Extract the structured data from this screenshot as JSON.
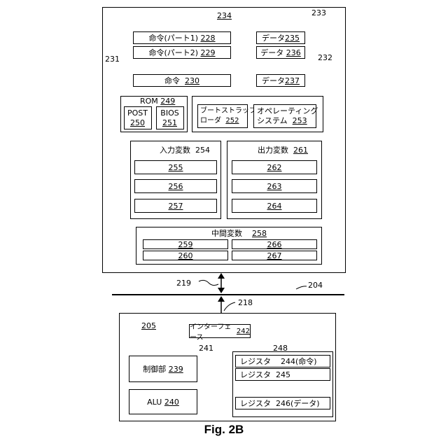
{
  "figure": {
    "caption": "Fig. 2B"
  },
  "refs": {
    "r233": "233",
    "r234": "234",
    "r231": "231",
    "r232": "232",
    "r219": "219",
    "r204": "204",
    "r218": "218",
    "r205": "205",
    "r241": "241",
    "r248": "248"
  },
  "instructions": [
    {
      "text": "命令(パート1)",
      "num": "228"
    },
    {
      "text": "命令(パート2)",
      "num": "229"
    },
    {
      "text": "命令",
      "num": "230"
    }
  ],
  "data_items": [
    {
      "text": "データ",
      "num": "235"
    },
    {
      "text": "データ",
      "num": "236"
    },
    {
      "text": "データ",
      "num": "237"
    }
  ],
  "rom": {
    "title": "ROM",
    "num": "249",
    "post": {
      "text": "POST",
      "num": "250"
    },
    "bios": {
      "text": "BIOS",
      "num": "251"
    }
  },
  "bootloader": {
    "line1": "ブートストラップ",
    "line2": "ローダ",
    "num": "252"
  },
  "os": {
    "line1": "オペレーティング",
    "line2": "システム",
    "num": "253"
  },
  "input_vars": {
    "title": "入力変数",
    "num": "254",
    "cells": [
      "255",
      "256",
      "257"
    ]
  },
  "output_vars": {
    "title": "出力変数",
    "num": "261",
    "cells": [
      "262",
      "263",
      "264"
    ]
  },
  "intermediate": {
    "title": "中間変数",
    "num": "258",
    "left": [
      "259",
      "260"
    ],
    "right": [
      "266",
      "267"
    ]
  },
  "interface": {
    "text": "インターフェース",
    "num": "242"
  },
  "control": {
    "text": "制御部",
    "num": "239"
  },
  "alu": {
    "text": "ALU",
    "num": "240"
  },
  "registers": [
    {
      "text": "レジスタ",
      "num": "244",
      "suffix": "(命令)"
    },
    {
      "text": "レジスタ",
      "num": "245",
      "suffix": ""
    },
    {
      "text": "レジスタ",
      "num": "246",
      "suffix": "(データ)"
    }
  ]
}
